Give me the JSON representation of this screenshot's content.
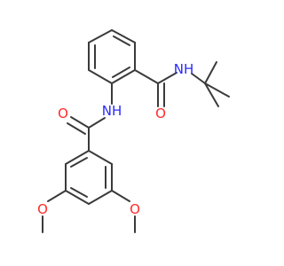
{
  "molecule": {
    "labels": {
      "amide_nh_top": "NH",
      "amide_n_top": "N",
      "amide_o_top": "O",
      "amide_nh_mid": "NH",
      "amide_n_mid": "N",
      "amide_o_left": "O",
      "ome_o_left": "O",
      "ome_o_right": "O"
    },
    "colors": {
      "bond": "#3a3a3a",
      "nitrogen": "#2a2aff",
      "oxygen": "#ff2a2a",
      "hydrogen_on_n": "#2a2aff"
    }
  }
}
